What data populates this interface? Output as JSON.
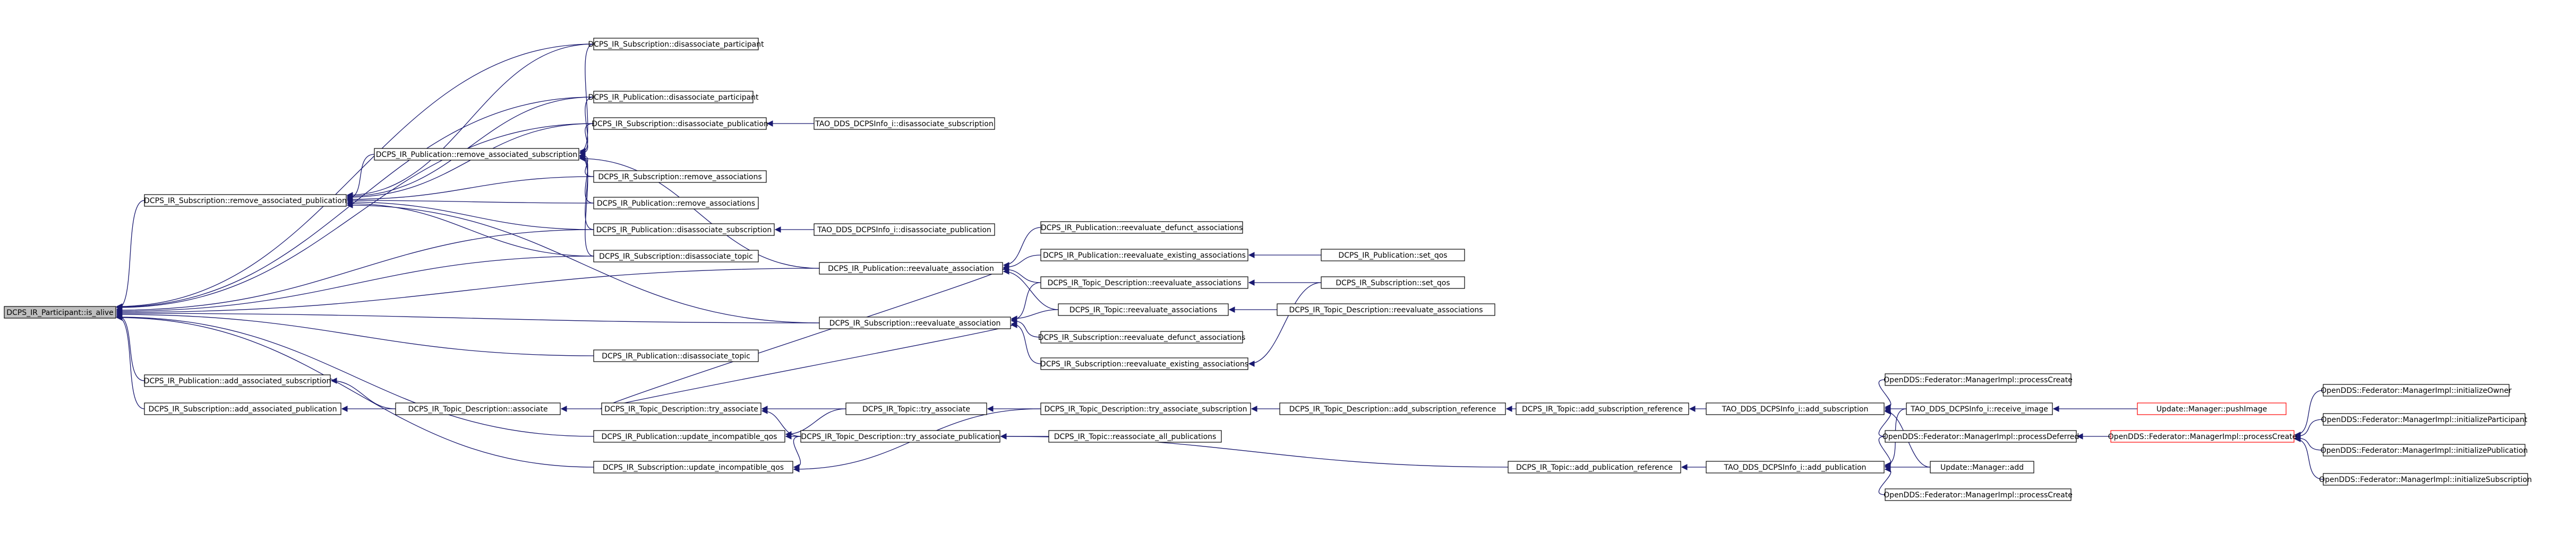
{
  "nodes": {
    "n0": "DCPS_IR_Participant::is_alive",
    "n1": "DCPS_IR_Subscription::remove_associated_publication",
    "n2": "DCPS_IR_Publication::remove_associated_subscription",
    "n3": "DCPS_IR_Subscription::disassociate_participant",
    "n4": "DCPS_IR_Publication::disassociate_participant",
    "n5": "DCPS_IR_Subscription::disassociate_publication",
    "n6": "TAO_DDS_DCPSInfo_i::disassociate_subscription",
    "n7": "DCPS_IR_Subscription::remove_associations",
    "n8": "DCPS_IR_Publication::remove_associations",
    "n9": "DCPS_IR_Publication::disassociate_subscription",
    "n10": "TAO_DDS_DCPSInfo_i::disassociate_publication",
    "n11": "DCPS_IR_Subscription::disassociate_topic",
    "n12": "DCPS_IR_Publication::reevaluate_association",
    "n13": "DCPS_IR_Publication::reevaluate_defunct_associations",
    "n14": "DCPS_IR_Publication::reevaluate_existing_associations",
    "n15": "DCPS_IR_Publication::set_qos",
    "n16": "DCPS_IR_Topic_Description::reevaluate_associations",
    "n17": "DCPS_IR_Subscription::set_qos",
    "n18": "DCPS_IR_Topic::reevaluate_associations",
    "n19": "DCPS_IR_Topic_Description::reevaluate_associations",
    "n20": "DCPS_IR_Subscription::reevaluate_association",
    "n21": "DCPS_IR_Subscription::reevaluate_defunct_associations",
    "n22": "DCPS_IR_Subscription::reevaluate_existing_associations",
    "n23": "DCPS_IR_Publication::disassociate_topic",
    "n24": "DCPS_IR_Publication::add_associated_subscription",
    "n25": "DCPS_IR_Subscription::add_associated_publication",
    "n26": "DCPS_IR_Topic_Description::associate",
    "n27": "DCPS_IR_Topic_Description::try_associate",
    "n28": "DCPS_IR_Topic::try_associate",
    "n29": "DCPS_IR_Topic_Description::try_associate_subscription",
    "n30": "DCPS_IR_Topic_Description::add_subscription_reference",
    "n31": "DCPS_IR_Topic::add_subscription_reference",
    "n32": "TAO_DDS_DCPSInfo_i::add_subscription",
    "n33": "OpenDDS::Federator::ManagerImpl::processCreate",
    "n34": "TAO_DDS_DCPSInfo_i::receive_image",
    "n35": "Update::Manager::pushImage",
    "n36": "OpenDDS::Federator::ManagerImpl::processDeferred",
    "n37": "OpenDDS::Federator::ManagerImpl::processCreate",
    "n38": "OpenDDS::Federator::ManagerImpl::initializeOwner",
    "n39": "OpenDDS::Federator::ManagerImpl::initializeParticipant",
    "n40": "OpenDDS::Federator::ManagerImpl::initializePublication",
    "n41": "OpenDDS::Federator::ManagerImpl::initializeSubscription",
    "n42": "DCPS_IR_Publication::update_incompatible_qos",
    "n43": "DCPS_IR_Topic_Description::try_associate_publication",
    "n44": "DCPS_IR_Topic::reassociate_all_publications",
    "n45": "DCPS_IR_Subscription::update_incompatible_qos",
    "n46": "DCPS_IR_Topic::add_publication_reference",
    "n47": "TAO_DDS_DCPSInfo_i::add_publication",
    "n48": "Update::Manager::add",
    "n49": "OpenDDS::Federator::ManagerImpl::processCreate"
  },
  "colors": {
    "edge": "#191970",
    "node_border": "#000000",
    "root_fill": "#bfbfbf",
    "highlight_border": "#ff0000"
  }
}
